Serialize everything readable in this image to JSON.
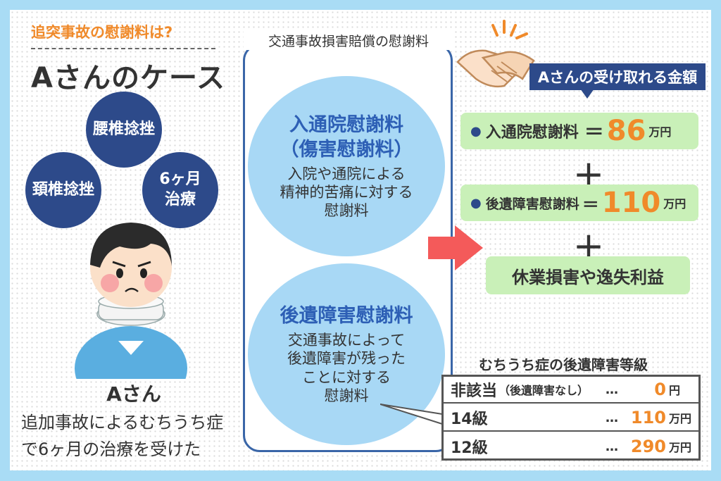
{
  "left": {
    "heading_small": "追突事故の慰謝料は?",
    "heading_big": "Aさんのケース",
    "injuries": [
      "腰椎捻挫",
      "頚椎捻挫",
      "6ヶ月\n治療"
    ],
    "person_name": "Aさん",
    "description": [
      "追加事故によるむちうち症",
      "で6ヶ月の治療を受けた"
    ]
  },
  "middle": {
    "title": "交通事故損害賠償の慰謝料",
    "circle1": {
      "title": [
        "入通院慰謝料",
        "（傷害慰謝料）"
      ],
      "desc": [
        "入院や通院による",
        "精神的苦痛に対する",
        "慰謝料"
      ]
    },
    "circle2": {
      "title": "後遺障害慰謝料",
      "desc": [
        "交通事故によって",
        "後遺障害が残った",
        "ことに対する",
        "慰謝料"
      ]
    }
  },
  "right": {
    "result_tag": "Aさんの受け取れる金額",
    "row1": {
      "label": "入通院慰謝料",
      "eq": "＝",
      "value": "86",
      "unit": "万円"
    },
    "row2": {
      "label": "後遺障害慰謝料",
      "eq": "＝",
      "value": "110",
      "unit": "万円"
    },
    "plus": "＋",
    "row3": {
      "label": "休業損害や逸失利益"
    },
    "grade_title": "むちうち症の後遺障害等級",
    "grades": [
      {
        "label": "非該当",
        "sub": "（後遺障害なし）",
        "dots": "…",
        "value": "0",
        "unit": "円"
      },
      {
        "label": "14級",
        "sub": "",
        "dots": "…",
        "value": "110",
        "unit": "万円"
      },
      {
        "label": "12級",
        "sub": "",
        "dots": "…",
        "value": "290",
        "unit": "万円"
      }
    ]
  },
  "colors": {
    "navy": "#2d4a8a",
    "orange": "#f08a2a",
    "light_blue": "#a8d8f5",
    "green": "#c9f0b8",
    "arrow_red": "#f45a5a"
  },
  "icons": [
    "handshake-icon",
    "sparkle-icon",
    "right-arrow-icon",
    "boy-neck-brace-illustration"
  ]
}
